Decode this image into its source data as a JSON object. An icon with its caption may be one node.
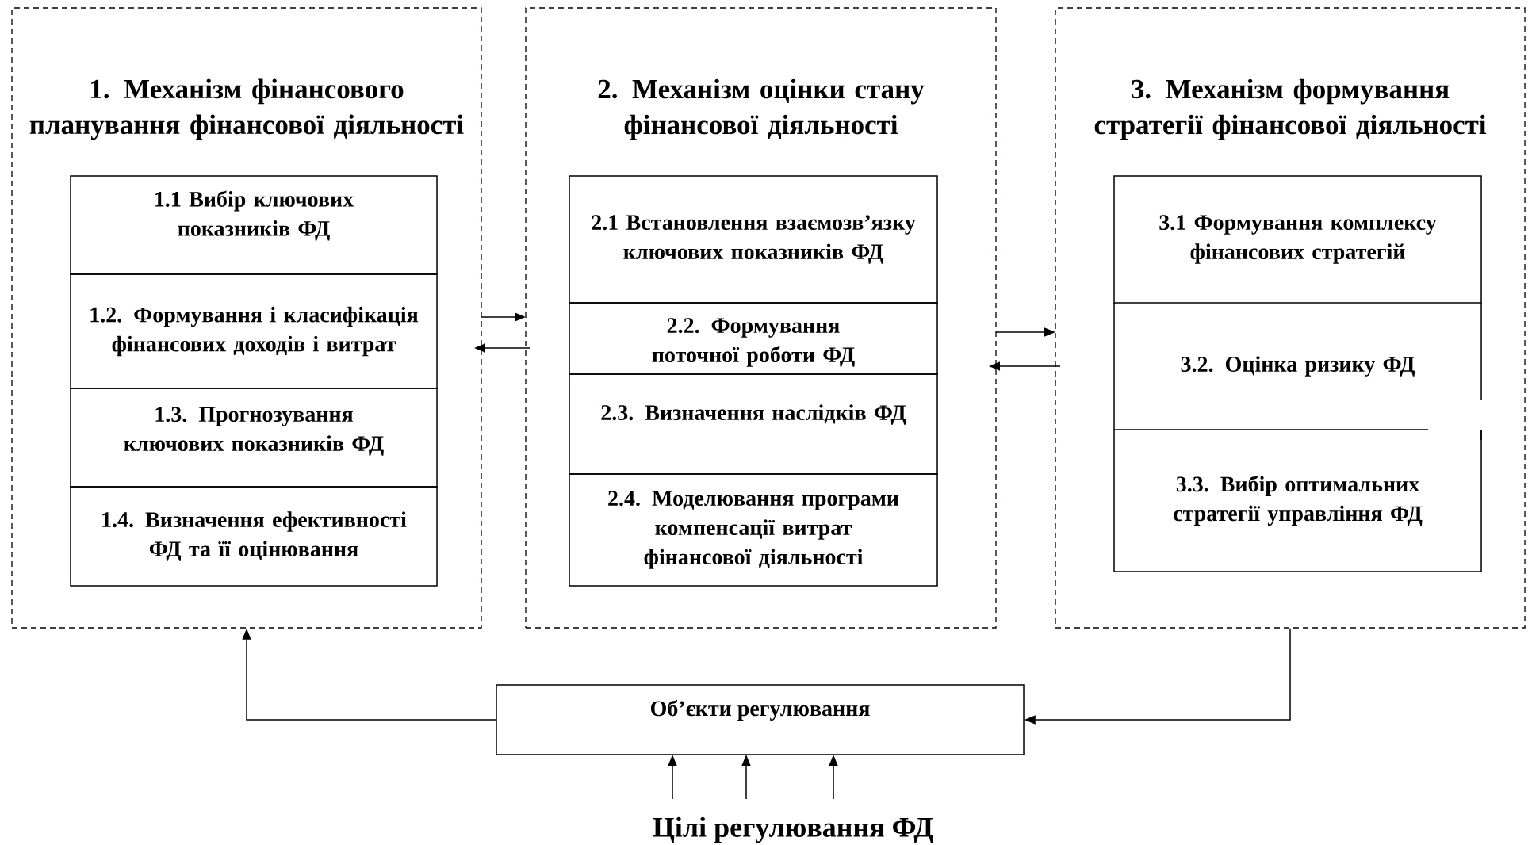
{
  "diagram": {
    "nodes": [
      {
        "text": [
          "1. Механізм фінансового планування фінансової діяльності"
        ]
      },
      {
        "text": [
          "1.1 Вибір ключових показників ФД"
        ],
        "in": 0
      },
      {
        "text": [
          "1.2. Формування і класифікація фінансових доходів і витрат"
        ],
        "in": 0
      },
      {
        "text": [
          "1.3. Прогнозування ключових показників ФД"
        ],
        "in": 0
      },
      {
        "text": [
          "1.4. Визначення ефективності ФД та її оцінювання"
        ],
        "in": 0
      },
      {
        "text": [
          "2. Механізм оцінки стану фінансової діяльності"
        ]
      },
      {
        "text": [
          "2.1 Встановлення взаємозв’язку ключових показників ФД"
        ],
        "in": 5
      },
      {
        "text": [
          "2.2. Формування поточної роботи ФД"
        ],
        "in": 5
      },
      {
        "text": [
          "2.3. Визначення наслідків ФД"
        ],
        "in": 5
      },
      {
        "text": [
          "2.4. Моделювання програми компенсації витрат фінансової діяльності"
        ],
        "in": 5
      },
      {
        "text": [
          "3. Механізм формування стратегії фінансової діяльності"
        ]
      },
      {
        "text": [
          "3.1 Формування комплексу фінансових стратегій"
        ],
        "in": 10
      },
      {
        "text": [
          "3.2. Оцінка ризику ФД"
        ],
        "in": 10
      },
      {
        "text": [
          "3.3. Вибір оптимальних стратегії управління ФД"
        ],
        "in": 10
      },
      {
        "text": [
          "Об’єкти регулювання"
        ]
      },
      {
        "text": [
          "Цілі регулювання ФД"
        ]
      }
    ],
    "edges": [
      {
        "from": 0,
        "to": 5,
        "arrow": "to"
      },
      {
        "from": 5,
        "to": 0,
        "arrow": "to"
      },
      {
        "from": 5,
        "to": 10,
        "arrow": "to"
      },
      {
        "from": 10,
        "to": 5,
        "arrow": "to"
      },
      {
        "from": 14,
        "to": 0,
        "arrow": "to"
      },
      {
        "from": 10,
        "to": 14,
        "arrow": "to"
      },
      {
        "from": 15,
        "to": 14,
        "arrow": "to"
      },
      {
        "from": 15,
        "to": 14,
        "arrow": "to"
      },
      {
        "from": 15,
        "to": 14,
        "arrow": "to"
      }
    ]
  }
}
